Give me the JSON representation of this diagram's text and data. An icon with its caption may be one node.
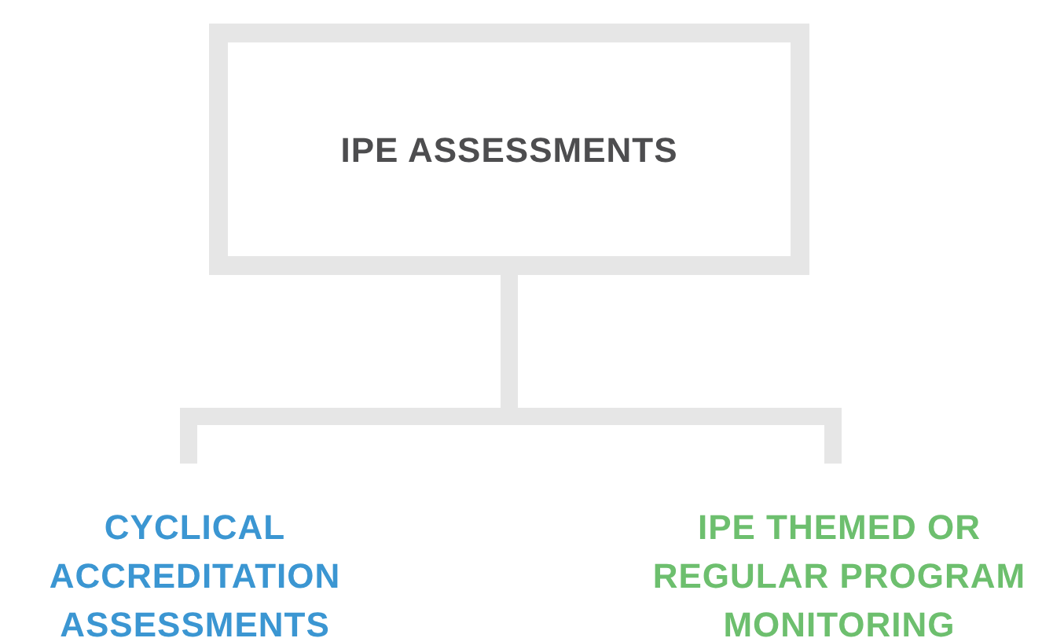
{
  "diagram": {
    "nodes": [
      {
        "text": [
          "IPE ASSESSMENTS"
        ]
      },
      {
        "text": [
          "CYCLICAL ACCREDITATION ASSESSMENTS"
        ]
      },
      {
        "text": [
          "IPE THEMED OR REGULAR PROGRAM MONITORING"
        ]
      }
    ],
    "edges": [
      {
        "from": 0,
        "to": 1,
        "arrow": "none"
      },
      {
        "from": 0,
        "to": 2,
        "arrow": "none"
      }
    ]
  }
}
